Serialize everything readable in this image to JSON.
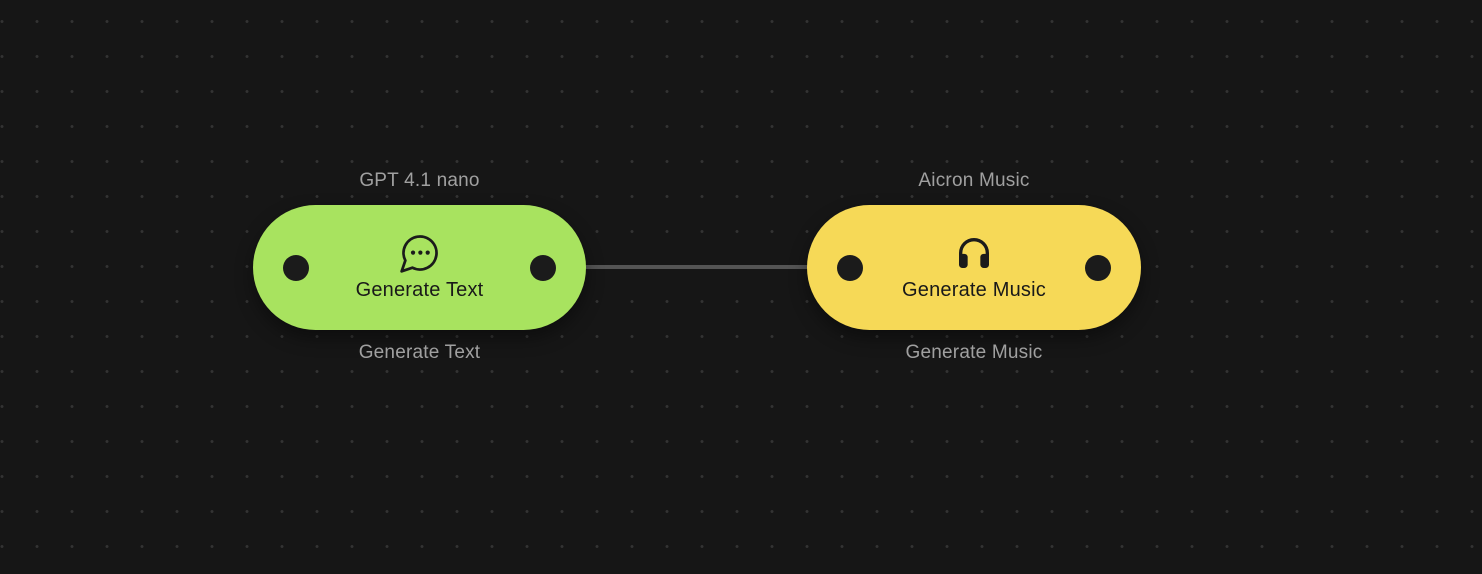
{
  "canvas": {
    "background_color": "#161616",
    "grid_dot_color": "#333333"
  },
  "edge": {
    "from_node": "Generate Text",
    "to_node": "Generate Music",
    "color": "#545454"
  },
  "nodes": {
    "generate_text": {
      "top_label": "GPT 4.1 nano",
      "label": "Generate Text",
      "bottom_label": "Generate Text",
      "color": "#a8e35f",
      "icon": "chat-bubble-icon"
    },
    "generate_music": {
      "top_label": "Aicron Music",
      "label": "Generate Music",
      "bottom_label": "Generate Music",
      "color": "#f6d957",
      "icon": "headphones-icon"
    }
  }
}
